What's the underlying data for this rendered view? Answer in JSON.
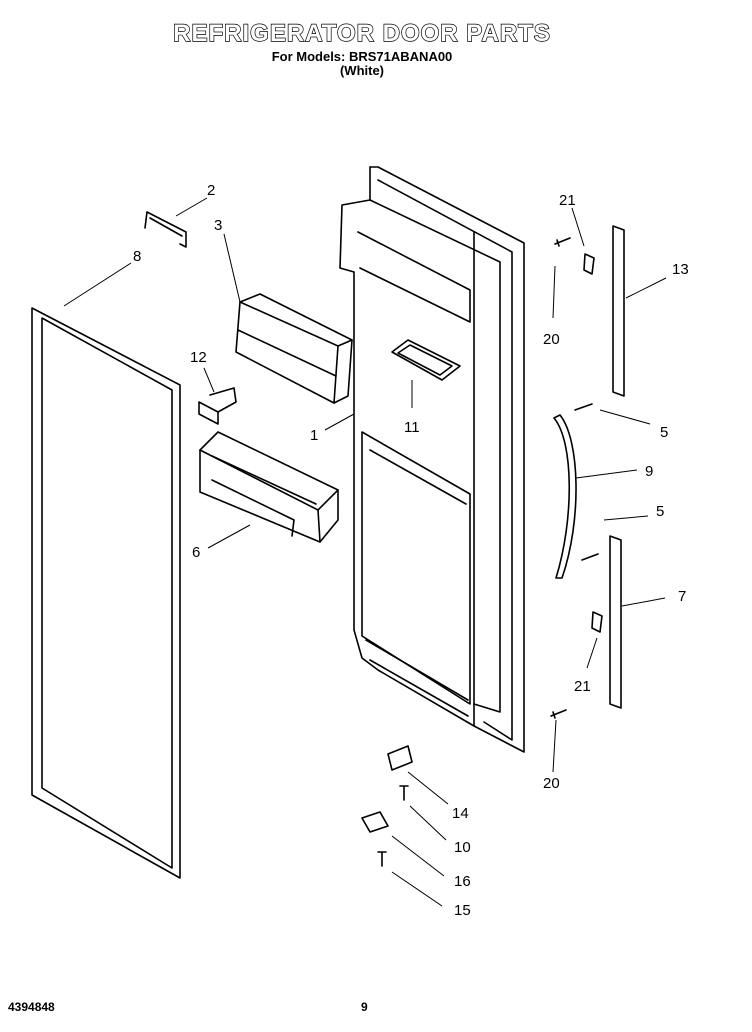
{
  "header": {
    "title": "REFRIGERATOR DOOR PARTS",
    "models_line": "For Models: BRS71ABANA00",
    "color_line": "(White)"
  },
  "footer": {
    "doc_number": "4394848",
    "page_number": "9"
  },
  "callouts": {
    "c1": "1",
    "c2": "2",
    "c3": "3",
    "c5a": "5",
    "c5b": "5",
    "c6": "6",
    "c7": "7",
    "c8": "8",
    "c9": "9",
    "c10": "10",
    "c11": "11",
    "c12": "12",
    "c13": "13",
    "c14": "14",
    "c15": "15",
    "c16": "16",
    "c20a": "20",
    "c20b": "20",
    "c21a": "21",
    "c21b": "21"
  }
}
